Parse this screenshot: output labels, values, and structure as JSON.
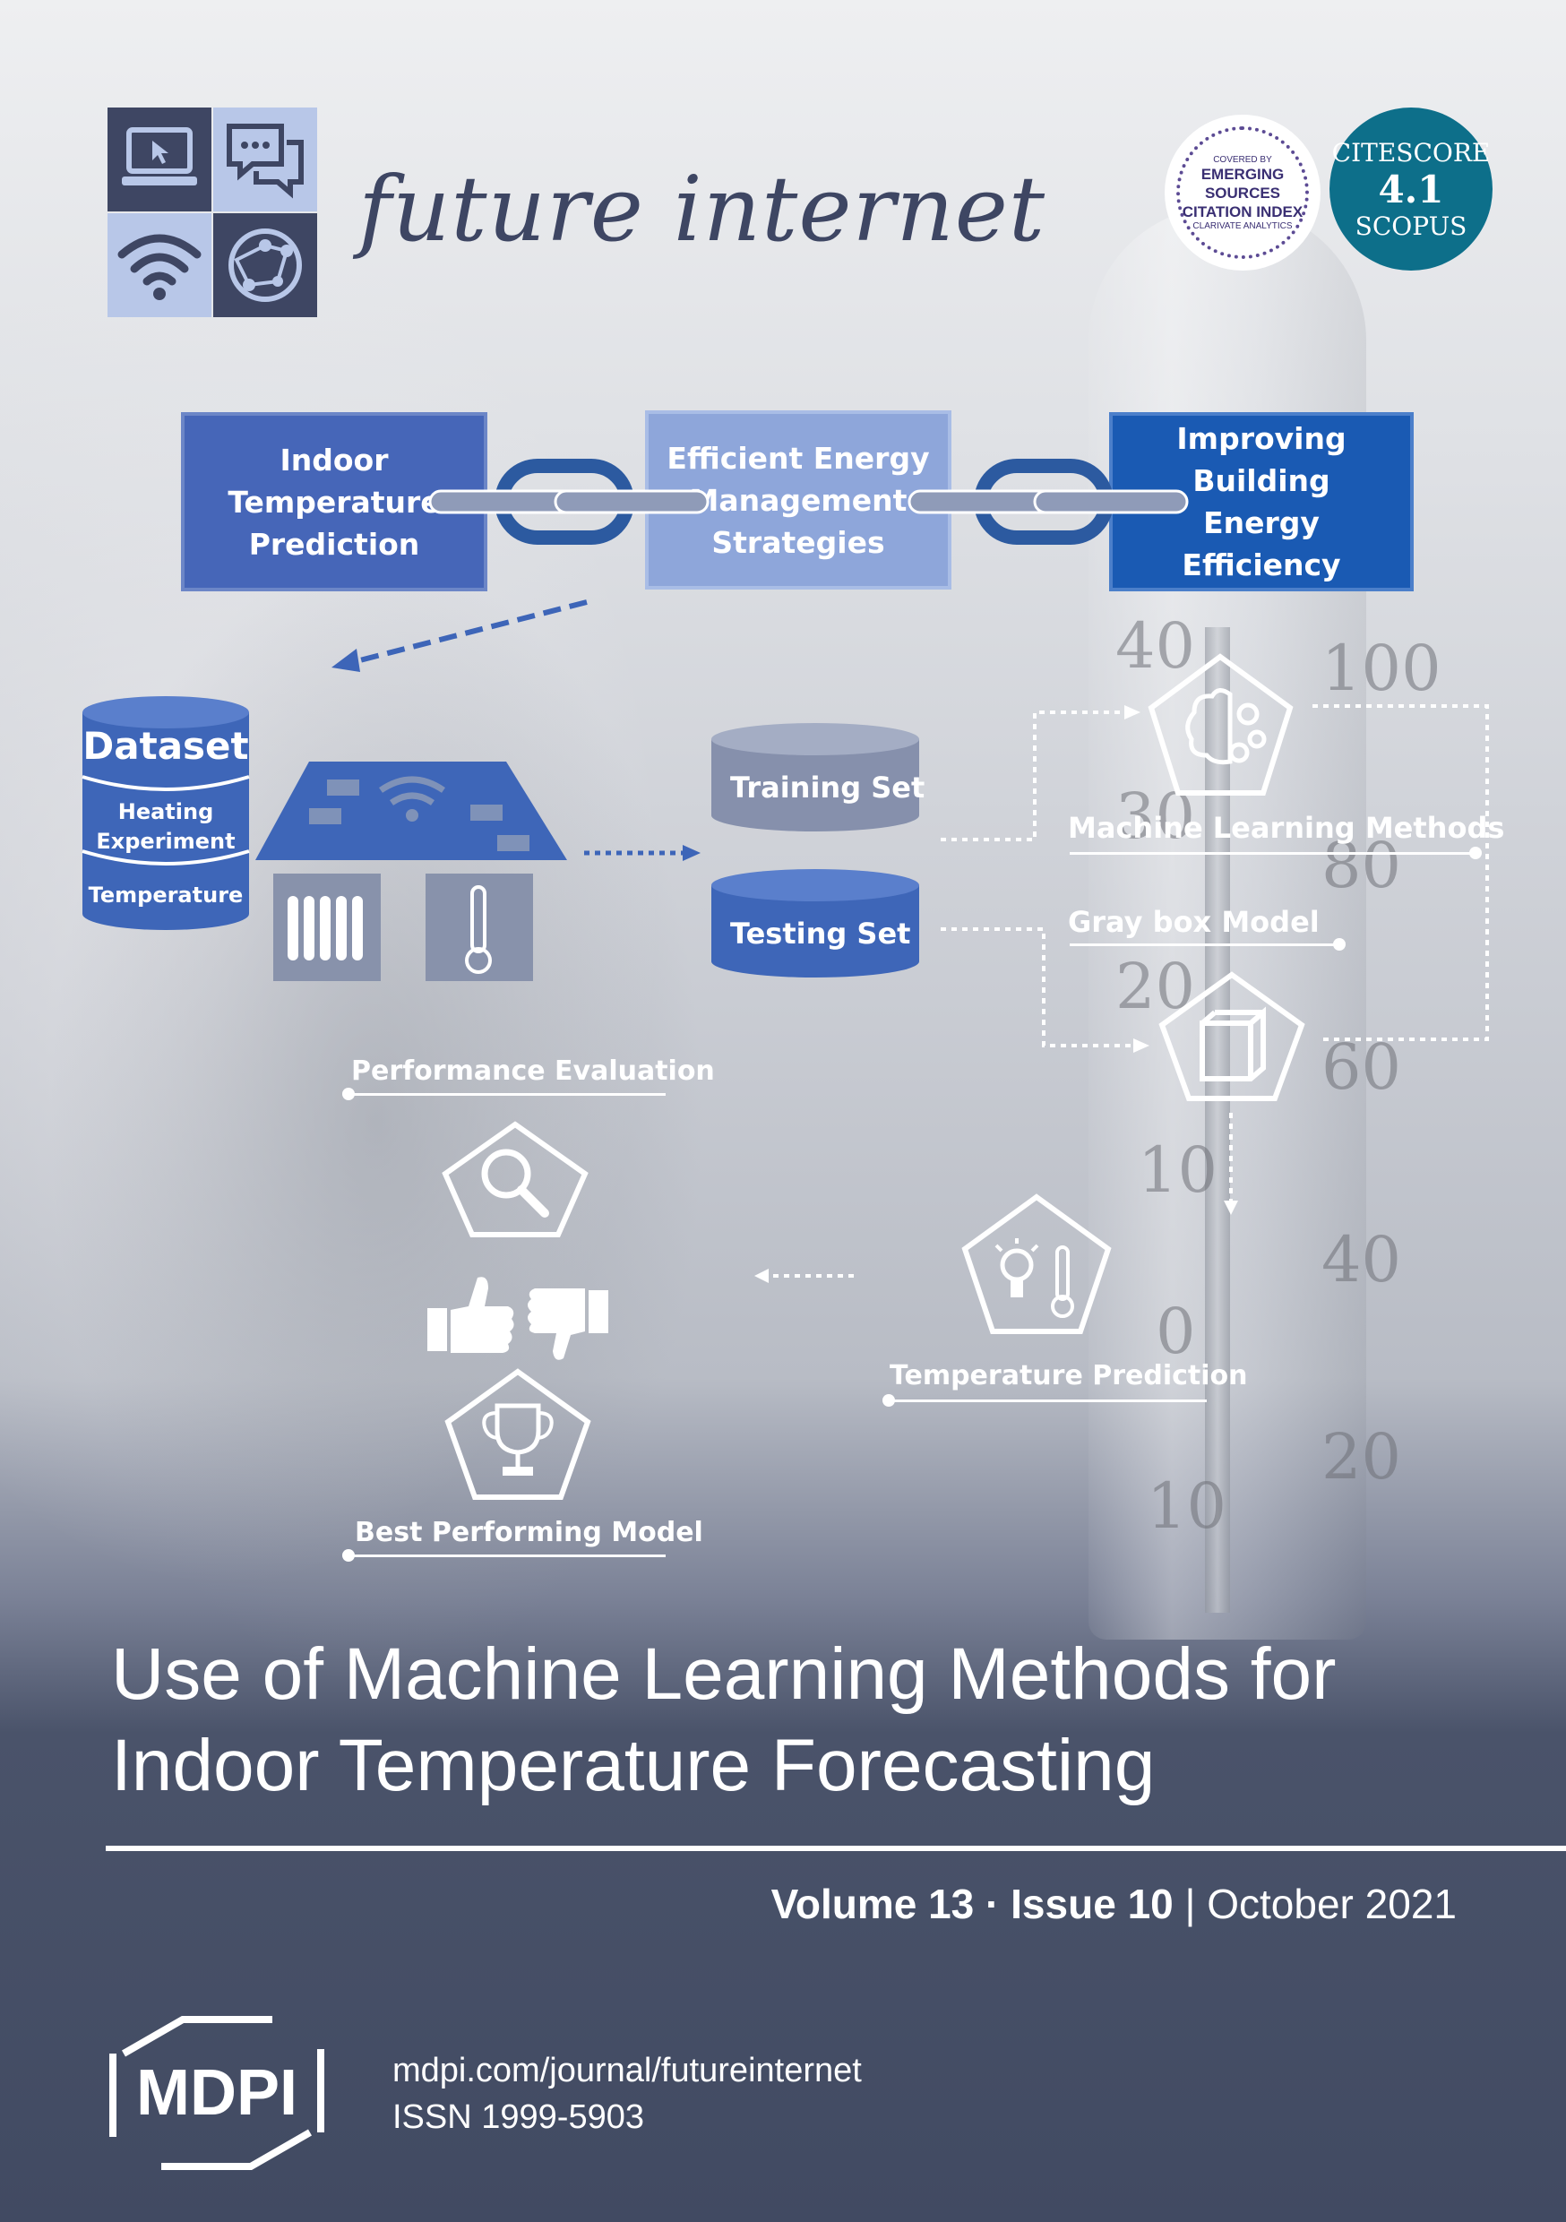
{
  "journal": {
    "name": "future internet",
    "badges": {
      "esci_top": "COVERED BY",
      "esci_lines": [
        "EMERGING",
        "SOURCES",
        "CITATION INDEX"
      ],
      "esci_bottom": "CLARIVATE ANALYTICS",
      "citescore_label": "CITESCORE",
      "citescore_value": "4.1",
      "citescore_source": "SCOPUS"
    }
  },
  "diagram": {
    "top_boxes": [
      {
        "lines": [
          "Indoor",
          "Temperature",
          "Prediction"
        ]
      },
      {
        "lines": [
          "Efficient Energy",
          "Management",
          "Strategies"
        ]
      },
      {
        "lines": [
          "Improving",
          "Building",
          "Energy",
          "Efficiency"
        ]
      }
    ],
    "dataset": {
      "title": "Dataset",
      "layer1": [
        "Heating",
        "Experiment"
      ],
      "layer2": "Temperature"
    },
    "training_set": "Training Set",
    "testing_set": "Testing Set",
    "machine_learning_methods": "Machine Learning Methods",
    "gray_box_model": "Gray box Model",
    "temperature_prediction": "Temperature Prediction",
    "performance_evaluation": "Performance Evaluation",
    "best_performing_model": "Best Performing Model",
    "thermometer_numbers": [
      "100",
      "80",
      "60",
      "40",
      "20",
      "40",
      "30",
      "20",
      "10",
      "0",
      "10"
    ]
  },
  "article": {
    "title_line1": "Use of Machine Learning Methods for",
    "title_line2": "Indoor Temperature Forecasting"
  },
  "issue": {
    "volume": "Volume 13",
    "separator": " · ",
    "issue_no": "Issue 10",
    "divider": " | ",
    "date": "October 2021"
  },
  "publisher": {
    "logo_text": "MDPI",
    "url": "mdpi.com/journal/futureinternet",
    "issn": "ISSN 1999-5903"
  },
  "colors": {
    "navy": "#414a62",
    "title_text": "#3e4663",
    "box1": "#4666b8",
    "box2": "#8ea6da",
    "box3": "#1a5ab3",
    "citescore": "#0d6f8a"
  }
}
